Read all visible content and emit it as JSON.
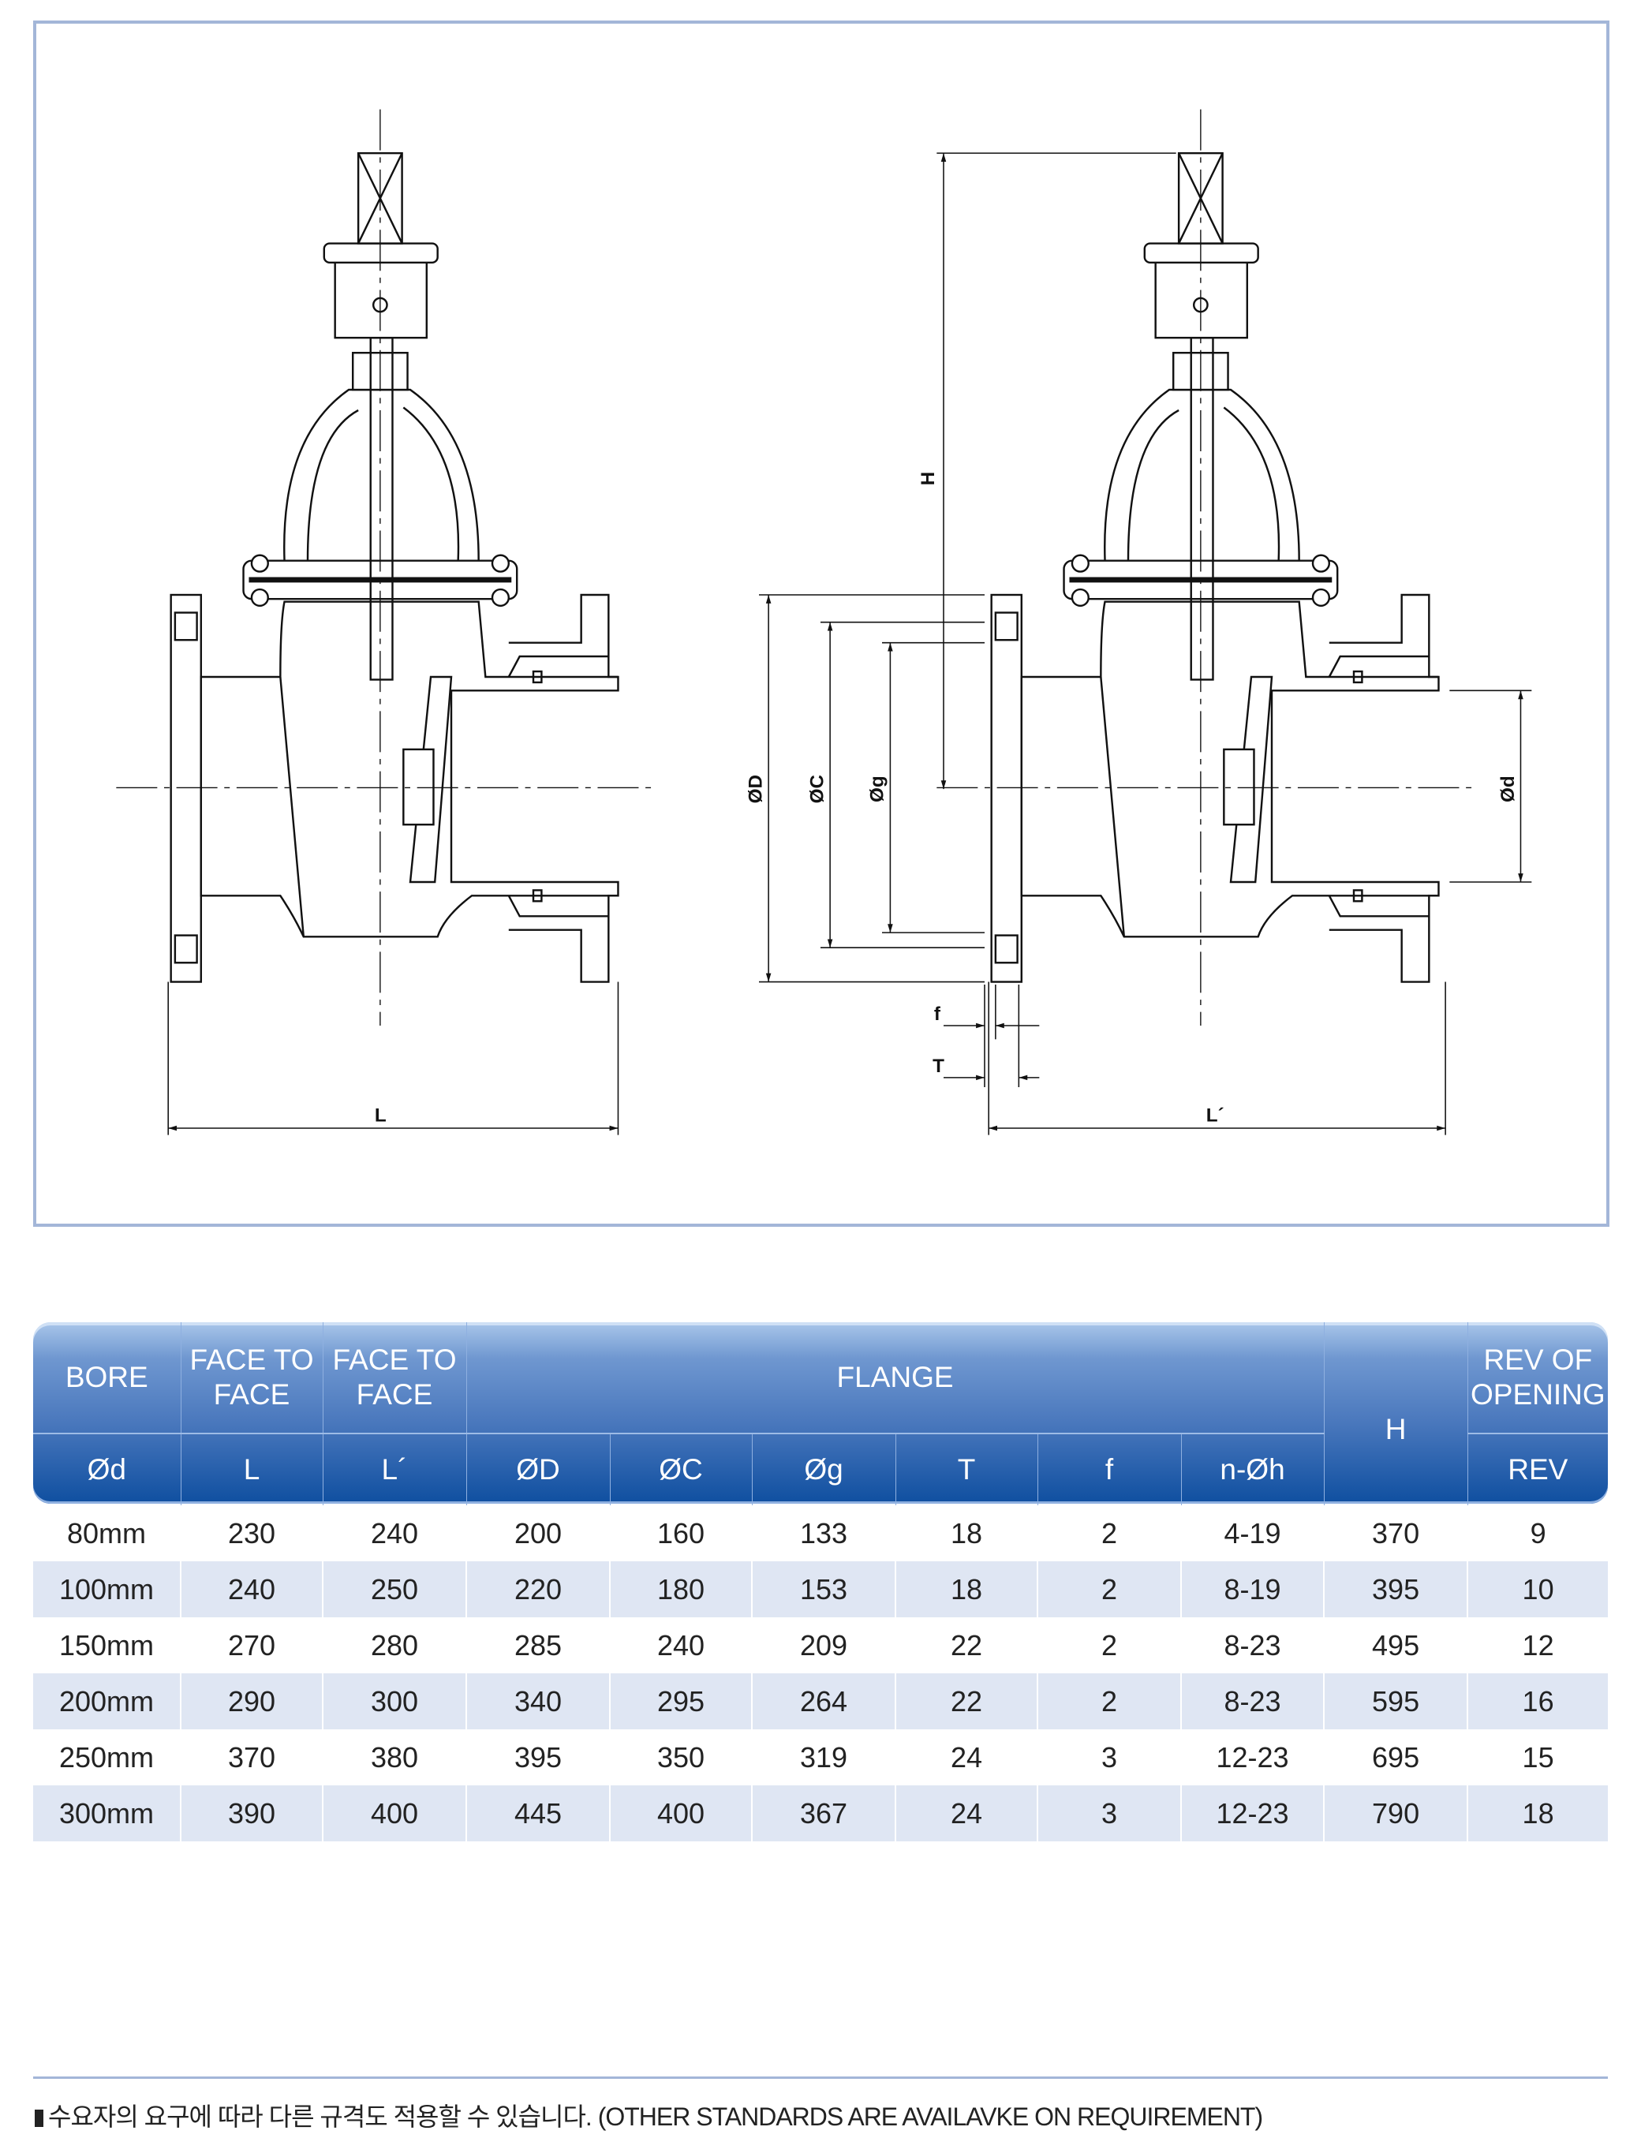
{
  "drawing": {
    "dimension_labels": {
      "L": "L",
      "L_prime": "L´",
      "H": "H",
      "OD": "ØD",
      "OC": "ØC",
      "Og": "Øg",
      "Od": "Ød",
      "f": "f",
      "T": "T"
    }
  },
  "table": {
    "header_row1": {
      "bore": "BORE",
      "face_l": "FACE TO FACE",
      "face_l2": "FACE TO FACE",
      "flange": "FLANGE",
      "h": "H",
      "rev_opening": "REV OF OPENING"
    },
    "header_row2": [
      "Ød",
      "L",
      "L´",
      "ØD",
      "ØC",
      "Øg",
      "T",
      "f",
      "n-Øh",
      "REV"
    ],
    "rows": [
      [
        "80mm",
        "230",
        "240",
        "200",
        "160",
        "133",
        "18",
        "2",
        "4-19",
        "370",
        "9"
      ],
      [
        "100mm",
        "240",
        "250",
        "220",
        "180",
        "153",
        "18",
        "2",
        "8-19",
        "395",
        "10"
      ],
      [
        "150mm",
        "270",
        "280",
        "285",
        "240",
        "209",
        "22",
        "2",
        "8-23",
        "495",
        "12"
      ],
      [
        "200mm",
        "290",
        "300",
        "340",
        "295",
        "264",
        "22",
        "2",
        "8-23",
        "595",
        "16"
      ],
      [
        "250mm",
        "370",
        "380",
        "395",
        "350",
        "319",
        "24",
        "3",
        "12-23",
        "695",
        "15"
      ],
      [
        "300mm",
        "390",
        "400",
        "445",
        "400",
        "367",
        "24",
        "3",
        "12-23",
        "790",
        "18"
      ]
    ]
  },
  "footnote": "수요자의 요구에 따라 다른 규격도 적용할 수 있습니다. (OTHER STANDARDS ARE AVAILAVKE ON REQUIREMENT)",
  "colors": {
    "frame": "#a3b6d8",
    "header_dark": "#0f4fa0",
    "row_alt": "#dfe6f3"
  }
}
